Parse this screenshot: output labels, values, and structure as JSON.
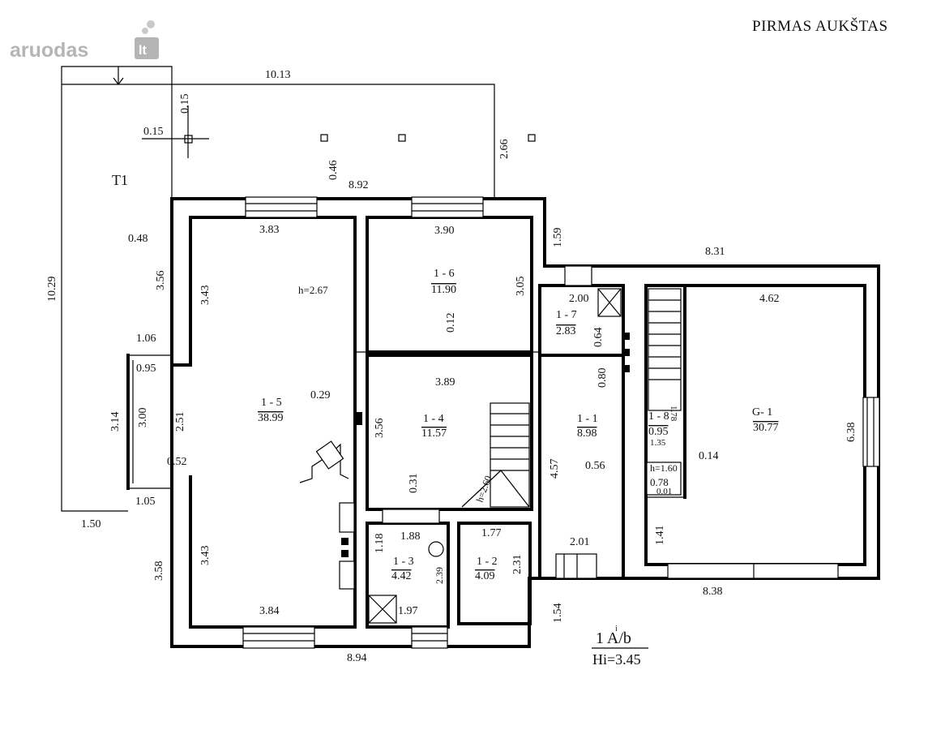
{
  "watermark": {
    "brand": "aruodas",
    "tld": "lt"
  },
  "header": {
    "title": "PIRMAS AUKŠTAS"
  },
  "terrace": {
    "label": "T1"
  },
  "rooms": [
    {
      "id": "1-5",
      "code": "1 - 5",
      "area": "38.99"
    },
    {
      "id": "1-6",
      "code": "1 - 6",
      "area": "11.90"
    },
    {
      "id": "1-7",
      "code": "1 - 7",
      "area": "2.83"
    },
    {
      "id": "1-4",
      "code": "1 - 4",
      "area": "11.57"
    },
    {
      "id": "1-1",
      "code": "1 - 1",
      "area": "8.98"
    },
    {
      "id": "1-8",
      "code": "1 - 8",
      "area": "0.95"
    },
    {
      "id": "1-3",
      "code": "1 - 3",
      "area": "4.42"
    },
    {
      "id": "1-2",
      "code": "1 - 2",
      "area": "4.09"
    },
    {
      "id": "G-1",
      "code": "G- 1",
      "area": "30.77"
    }
  ],
  "heights": {
    "living": "h=2.67",
    "stair": "h=2.60",
    "small": "h=1.60"
  },
  "dimensions": [
    "10.13",
    "0.15",
    "0.15",
    "2.66",
    "0.46",
    "8.92",
    "10.29",
    "0.48",
    "3.56",
    "3.43",
    "1.06",
    "0.95",
    "3.14",
    "3.00",
    "2.51",
    "0.52",
    "1.05",
    "1.50",
    "3.58",
    "3.43",
    "3.84",
    "8.94",
    "3.83",
    "3.90",
    "1.59",
    "3.05",
    "0.12",
    "3.89",
    "0.29",
    "3.56",
    "0.31",
    "1.88",
    "1.18",
    "1.97",
    "2.39",
    "1.77",
    "2.31",
    "1.54",
    "4.57",
    "2.01",
    "0.56",
    "2.00",
    "0.64",
    "0.80",
    "8.31",
    "4.62",
    "6.38",
    "8.38",
    "1.41",
    "0.14",
    "0.78",
    "0.01",
    "1.35",
    "1.78"
  ],
  "building": {
    "designation": "1 A/b",
    "sup": "i",
    "height_label": "Hi=3.45"
  }
}
